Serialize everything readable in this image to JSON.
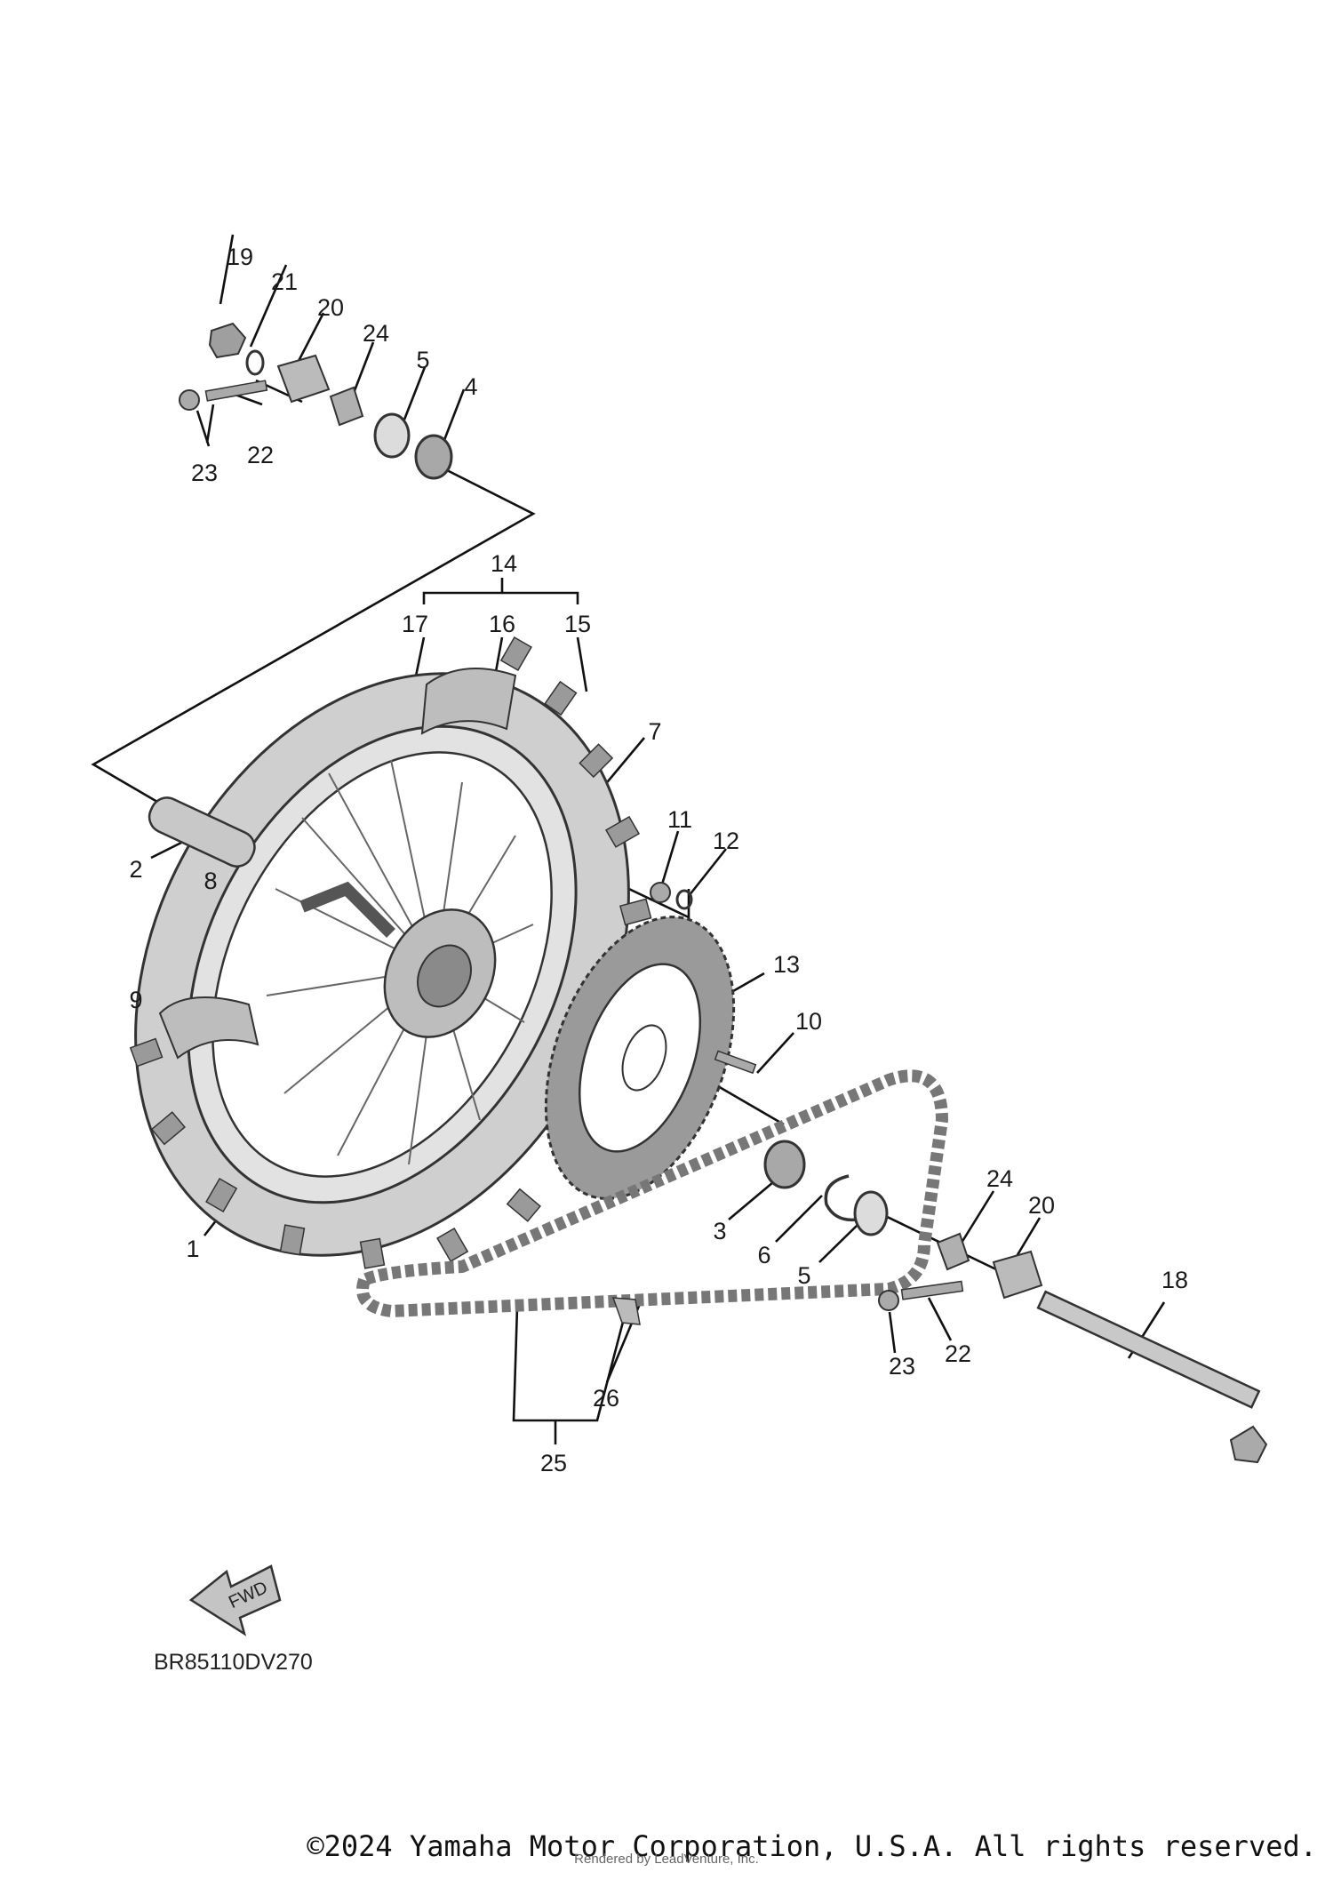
{
  "diagram": {
    "callouts": [
      {
        "id": "c19a",
        "text": "19"
      },
      {
        "id": "c21",
        "text": "21"
      },
      {
        "id": "c20a",
        "text": "20"
      },
      {
        "id": "c24a",
        "text": "24"
      },
      {
        "id": "c5a",
        "text": "5"
      },
      {
        "id": "c4",
        "text": "4"
      },
      {
        "id": "c23a",
        "text": "23"
      },
      {
        "id": "c22a",
        "text": "22"
      },
      {
        "id": "c14",
        "text": "14"
      },
      {
        "id": "c17",
        "text": "17"
      },
      {
        "id": "c16",
        "text": "16"
      },
      {
        "id": "c15",
        "text": "15"
      },
      {
        "id": "c7",
        "text": "7"
      },
      {
        "id": "c2",
        "text": "2"
      },
      {
        "id": "c8",
        "text": "8"
      },
      {
        "id": "c9",
        "text": "9"
      },
      {
        "id": "c11",
        "text": "11"
      },
      {
        "id": "c12",
        "text": "12"
      },
      {
        "id": "c13",
        "text": "13"
      },
      {
        "id": "c10",
        "text": "10"
      },
      {
        "id": "c1",
        "text": "1"
      },
      {
        "id": "c3",
        "text": "3"
      },
      {
        "id": "c6",
        "text": "6"
      },
      {
        "id": "c5b",
        "text": "5"
      },
      {
        "id": "c24b",
        "text": "24"
      },
      {
        "id": "c20b",
        "text": "20"
      },
      {
        "id": "c18",
        "text": "18"
      },
      {
        "id": "c23b",
        "text": "23"
      },
      {
        "id": "c22b",
        "text": "22"
      },
      {
        "id": "c26",
        "text": "26"
      },
      {
        "id": "c25",
        "text": "25"
      }
    ],
    "fwd_label": "FWD",
    "drawing_code": "BR85110DV270"
  },
  "footer": {
    "copyright": "©2024 Yamaha Motor Corporation, U.S.A. All rights reserved.",
    "watermark": "Rendered by LeadVenture, Inc."
  },
  "colors": {
    "part_fill": "#c8c8c8",
    "part_dark": "#8a8a8a",
    "line": "#111111",
    "background": "#ffffff"
  }
}
